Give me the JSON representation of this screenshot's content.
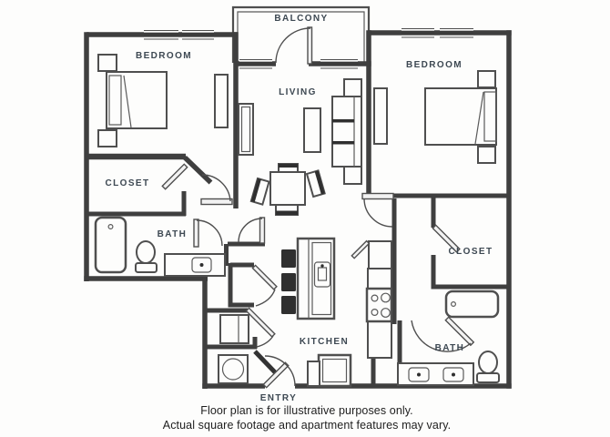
{
  "floor_plan": {
    "rooms": {
      "balcony": "BALCONY",
      "bedroom_left": "BEDROOM",
      "bedroom_right": "BEDROOM",
      "living": "LIVING",
      "closet_left": "CLOSET",
      "closet_right": "CLOSET",
      "bath_left": "BATH",
      "bath_right": "BATH",
      "kitchen": "KITCHEN",
      "entry": "ENTRY"
    },
    "disclaimer": {
      "line1": "Floor plan is for illustrative purposes only.",
      "line2": "Actual square footage and apartment features may vary."
    },
    "colors": {
      "wall": "#3f3f3f",
      "fixture_outline": "#4f4f4f",
      "room_label": "#3d4852",
      "disclaimer_text": "#1e1e1e",
      "background": "#fdfdfc"
    }
  }
}
